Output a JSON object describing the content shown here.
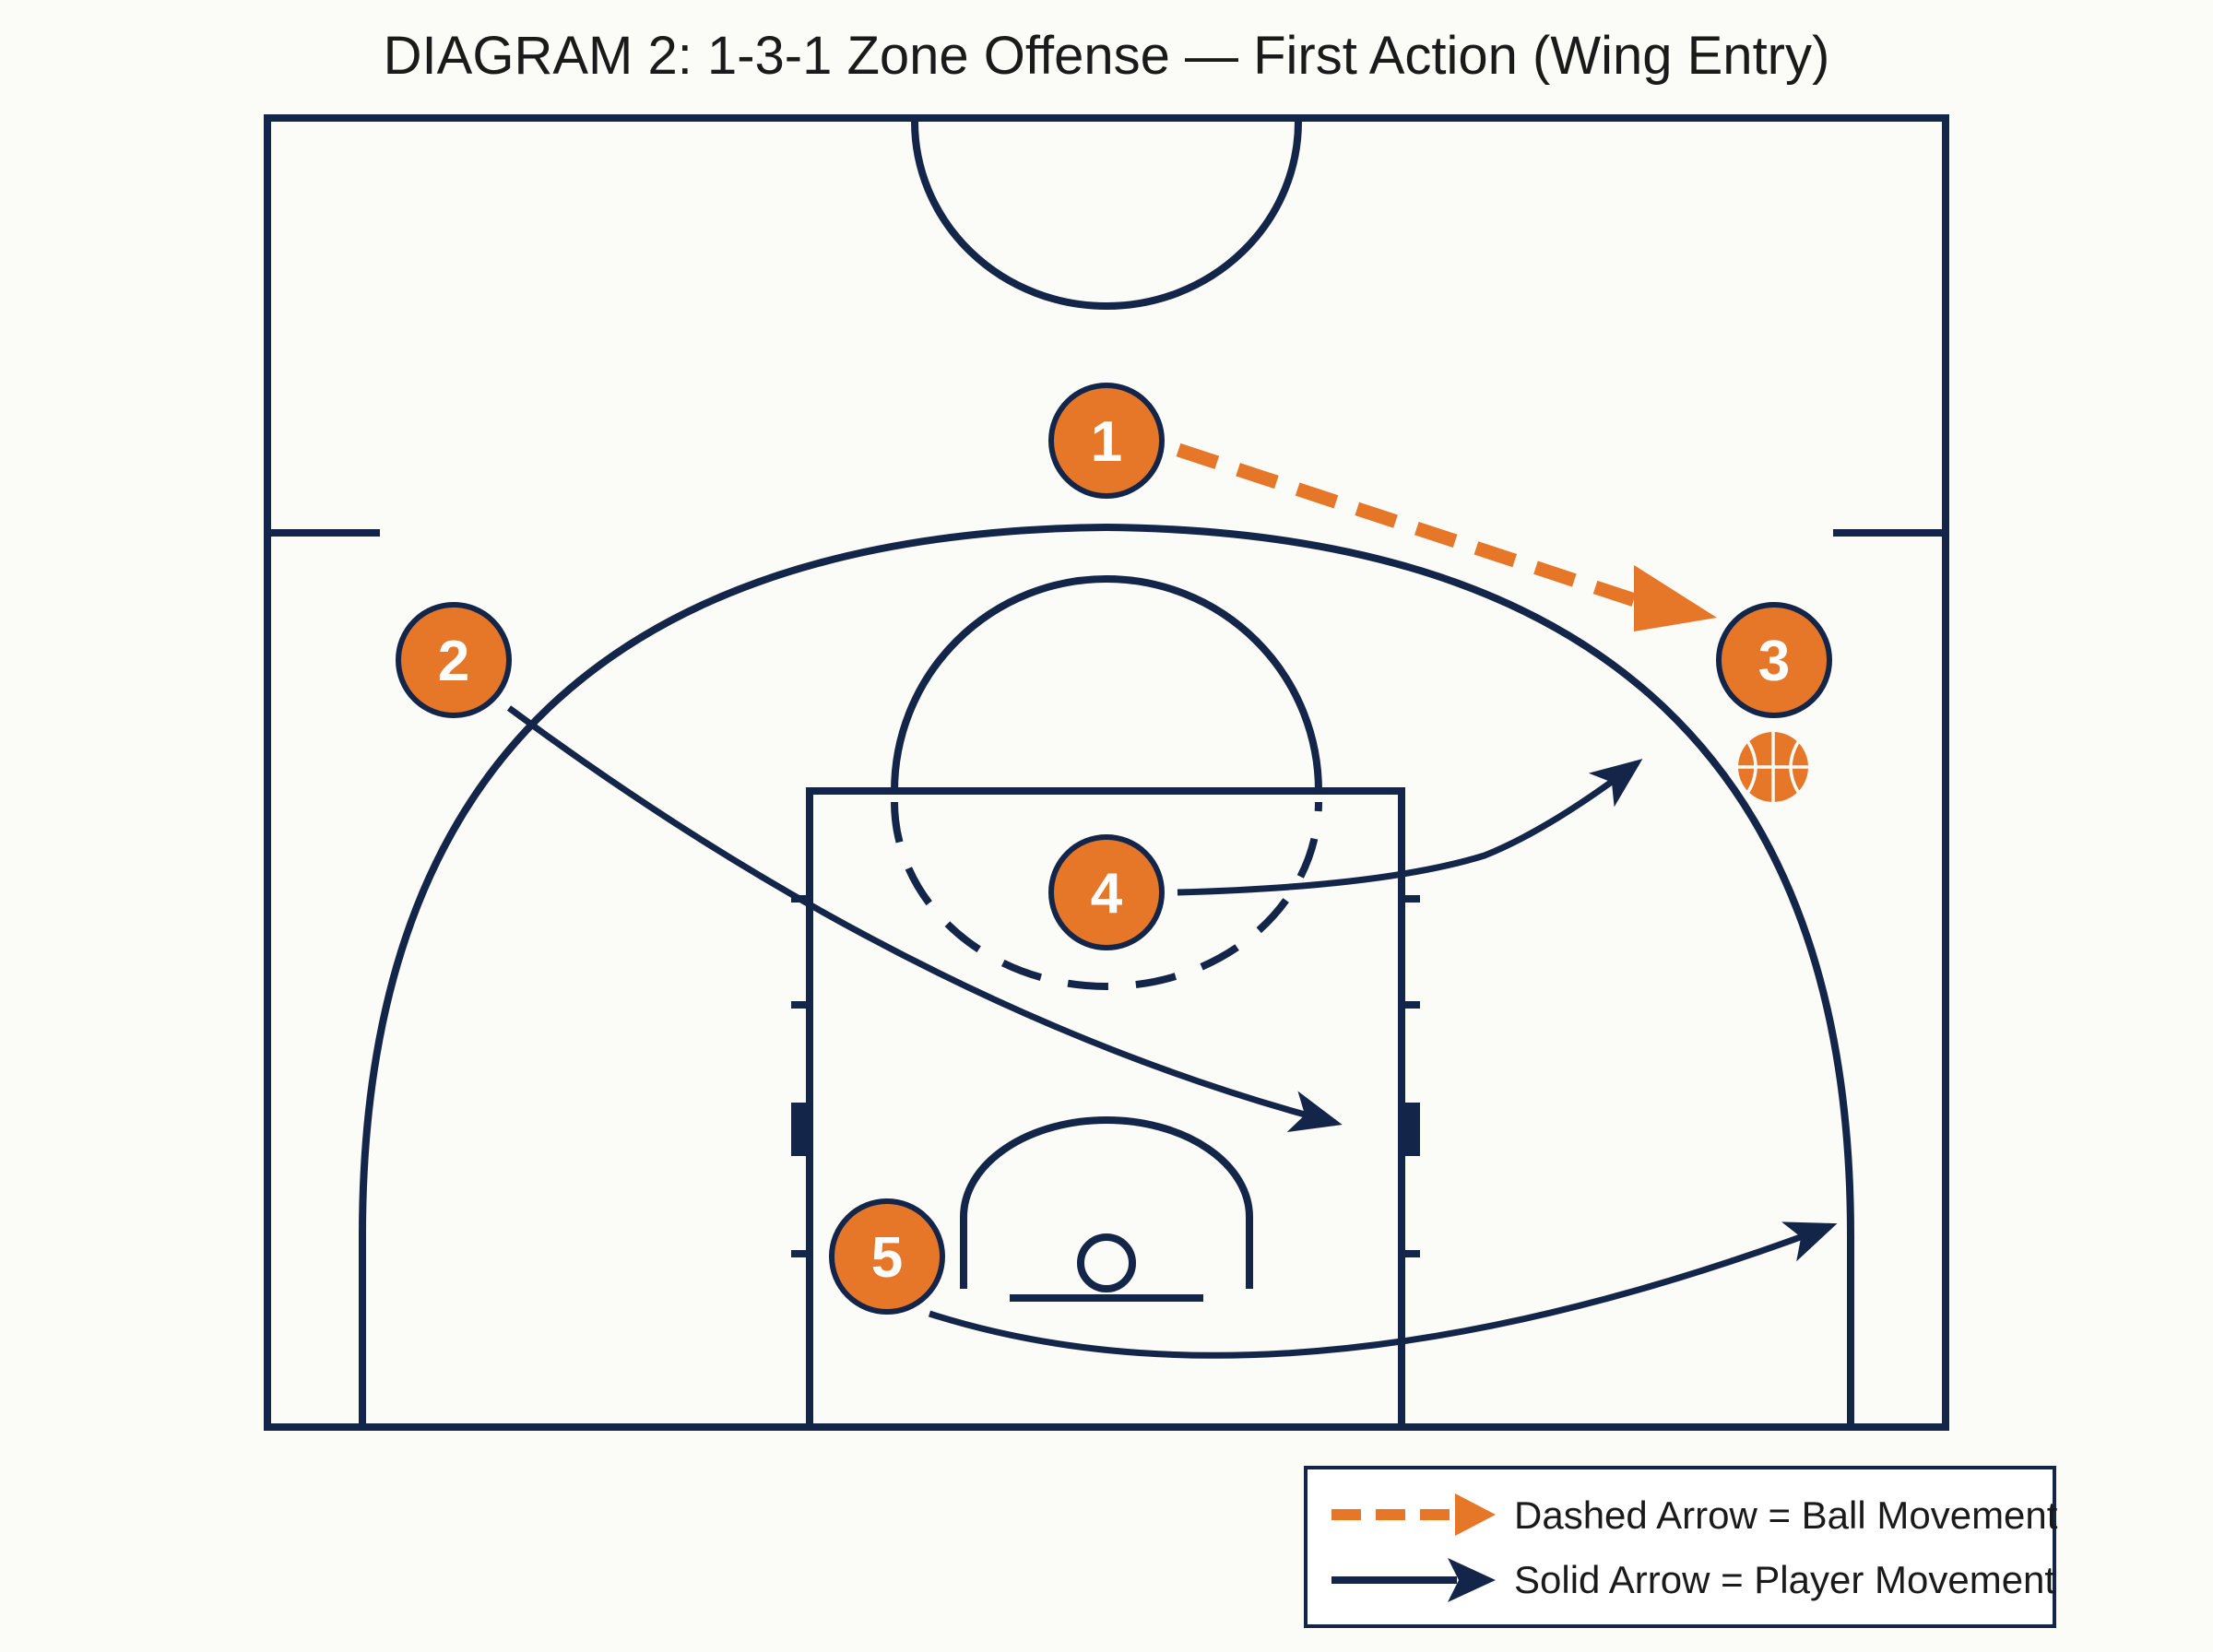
{
  "title": "DIAGRAM 2: 1-3-1 Zone Offense — First Action (Wing Entry)",
  "colors": {
    "background": "#fbfbf7",
    "court_lines": "#14254a",
    "player_fill": "#e67628",
    "ball": "#e67628",
    "ball_pass": "#e67628",
    "player_movement": "#14254a"
  },
  "players": [
    {
      "number": "1",
      "role": "point",
      "has_ball": false
    },
    {
      "number": "2",
      "role": "left-wing",
      "has_ball": false
    },
    {
      "number": "3",
      "role": "right-wing",
      "has_ball": true
    },
    {
      "number": "4",
      "role": "high-post",
      "has_ball": false
    },
    {
      "number": "5",
      "role": "low-post",
      "has_ball": false
    }
  ],
  "actions": [
    {
      "type": "ball_movement",
      "from": "1",
      "to": "3",
      "style": "dashed"
    },
    {
      "type": "player_movement",
      "player": "2",
      "style": "solid"
    },
    {
      "type": "player_movement",
      "player": "4",
      "style": "solid"
    },
    {
      "type": "player_movement",
      "player": "5",
      "style": "solid"
    }
  ],
  "icons": {
    "ball": "basketball-icon"
  },
  "legend": {
    "dashed": "Dashed Arrow = Ball Movement",
    "solid": "Solid Arrow = Player Movement"
  }
}
